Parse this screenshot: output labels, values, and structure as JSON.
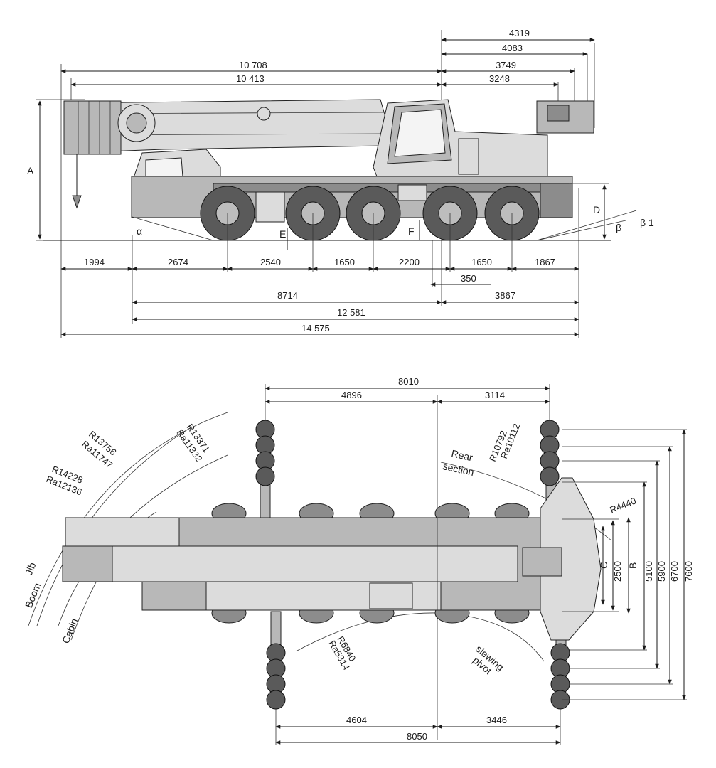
{
  "side_view": {
    "top_dims": [
      "10 708",
      "10 413",
      "4319",
      "4083",
      "3749",
      "3248"
    ],
    "letters": {
      "A": "A",
      "D": "D",
      "E": "E",
      "F": "F",
      "alpha": "α",
      "beta": "β",
      "beta1": "β 1"
    },
    "bottom_dims_row1": [
      "1994",
      "2674",
      "2540",
      "1650",
      "2200",
      "1650",
      "1867"
    ],
    "small_dim": "350",
    "bottom_dims_row2": [
      "8714",
      "3867"
    ],
    "overall_dims": [
      "12 581",
      "14 575"
    ]
  },
  "top_view": {
    "outrigger_top": [
      "8010",
      "4896",
      "3114"
    ],
    "outrigger_bottom": [
      "4604",
      "3446",
      "8050"
    ],
    "radii": {
      "jib_r": "R14228",
      "jib_ra": "Ra12136",
      "boom_r": "R13756",
      "boom_ra": "Ra11747",
      "cabin_r": "R13371",
      "cabin_ra": "Ra11332",
      "rear_r": "R10792",
      "rear_ra": "Ra10112",
      "slew_r": "R6840",
      "slew_ra": "Ra5314",
      "counterweight_r": "R4440"
    },
    "zone_labels": {
      "jib": "Jib",
      "boom": "Boom",
      "cabin": "Cabin",
      "rear": "Rear",
      "rear2": "section",
      "slew": "slewing",
      "slew2": "pivot"
    },
    "width_dims": [
      "2500",
      "5100",
      "5900",
      "6700",
      "7600"
    ],
    "width_letters": [
      "C",
      "B"
    ]
  }
}
